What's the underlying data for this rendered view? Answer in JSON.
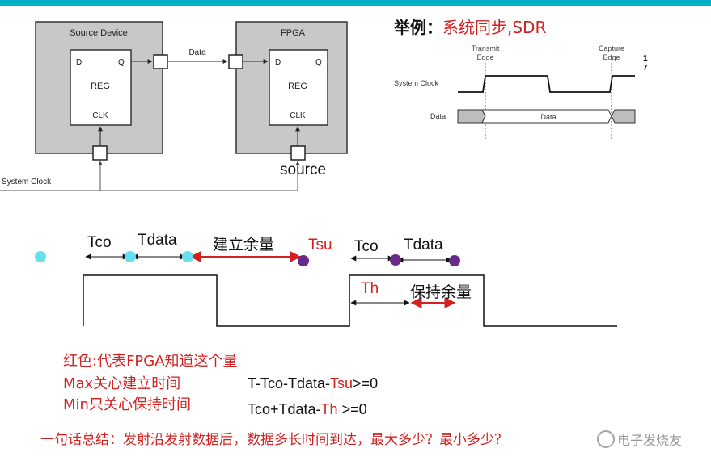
{
  "colors": {
    "top_bar": "#00b0c8",
    "red": "#d42020",
    "cyan": "#66e0ee",
    "purple": "#6a2a8a",
    "gray_box": "#c8c8c8",
    "dark": "#222222"
  },
  "block_diagram": {
    "source_device_label": "Source Device",
    "fpga_label": "FPGA",
    "data_label": "Data",
    "reg_d": "D",
    "reg_q": "Q",
    "reg_name": "REG",
    "reg_clk": "CLK",
    "system_clock_label": "System Clock",
    "source_label": "source"
  },
  "example": {
    "title_prefix": "举例：",
    "title_rest": "系统同步,SDR",
    "transmit_edge_line1": "Transmit",
    "transmit_edge_line2": "Edge",
    "capture_edge_line1": "Capture",
    "capture_edge_line2": "Edge",
    "system_clock_label": "System Clock",
    "data_label": "Data",
    "data_inner_label": "Data",
    "side_mark": "1\n7"
  },
  "timing": {
    "tco1": "Tco",
    "tdata1": "Tdata",
    "setup_margin": "建立余量",
    "tsu": "Tsu",
    "tco2": "Tco",
    "tdata2": "Tdata",
    "th": "Th",
    "hold_margin": "保持余量"
  },
  "notes": {
    "line1": "红色:代表FPGA知道这个量",
    "line2_label": "Max关心建立时间",
    "line2_formula_prefix": "T-Tco-Tdata-",
    "line2_formula_red": "Tsu",
    "line2_formula_suffix": ">=0",
    "line3_label": "Min只关心保持时间",
    "line3_formula_prefix": "Tco+Tdata-",
    "line3_formula_red": "Th",
    "line3_formula_suffix": " >=0",
    "summary": "一句话总结：发射沿发射数据后，数据多长时间到达，最大多少？最小多少？"
  },
  "watermark": "电子发烧友"
}
